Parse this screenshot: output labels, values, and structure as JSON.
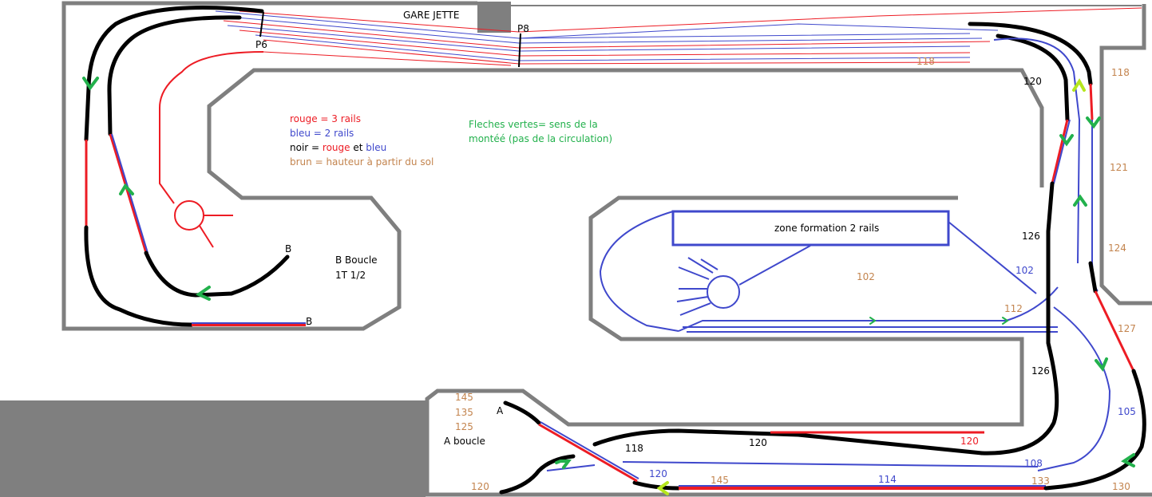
{
  "colors": {
    "wall": "#7f7f7f",
    "red": "#ed1c24",
    "blue": "#3f48cc",
    "black": "#000000",
    "brown": "#c3844e",
    "green": "#22b14c",
    "lime": "#b5e61d"
  },
  "station": "GARE JETTE",
  "legend": {
    "red_line": "rouge = 3 rails",
    "blue_line": "bleu = 2 rails",
    "black_prefix": "noir = ",
    "black_red": "rouge",
    "black_and": " et ",
    "black_blue": "bleu",
    "brown_line": "brun = hauteur à partir du sol"
  },
  "arrows_note": [
    "Fleches vertes= sens de la",
    "montéé (pas de la circulation)"
  ],
  "zone_formation": "zone formation 2 rails",
  "labels": [
    {
      "text": "P6",
      "color": "black"
    },
    {
      "text": "P8",
      "color": "black"
    },
    {
      "text": "B",
      "color": "black"
    },
    {
      "text": "B Boucle",
      "color": "black"
    },
    {
      "text": "1T 1/2",
      "color": "black"
    },
    {
      "text": "B",
      "color": "black"
    },
    {
      "text": "102",
      "color": "brown"
    },
    {
      "text": "102",
      "color": "blue"
    },
    {
      "text": "112",
      "color": "brown"
    },
    {
      "text": "118",
      "color": "brown"
    },
    {
      "text": "120",
      "color": "black"
    },
    {
      "text": "118",
      "color": "brown"
    },
    {
      "text": "121",
      "color": "brown"
    },
    {
      "text": "124",
      "color": "brown"
    },
    {
      "text": "126",
      "color": "black"
    },
    {
      "text": "127",
      "color": "brown"
    },
    {
      "text": "126",
      "color": "black"
    },
    {
      "text": "105",
      "color": "blue"
    },
    {
      "text": "130",
      "color": "brown"
    },
    {
      "text": "133",
      "color": "brown"
    },
    {
      "text": "108",
      "color": "blue"
    },
    {
      "text": "120",
      "color": "red"
    },
    {
      "text": "114",
      "color": "blue"
    },
    {
      "text": "145",
      "color": "brown"
    },
    {
      "text": "120",
      "color": "black"
    },
    {
      "text": "118",
      "color": "black"
    },
    {
      "text": "120",
      "color": "blue"
    },
    {
      "text": "120",
      "color": "brown"
    },
    {
      "text": "145",
      "color": "brown"
    },
    {
      "text": "135",
      "color": "brown"
    },
    {
      "text": "125",
      "color": "brown"
    },
    {
      "text": "A boucle",
      "color": "black"
    },
    {
      "text": "A",
      "color": "black"
    }
  ]
}
